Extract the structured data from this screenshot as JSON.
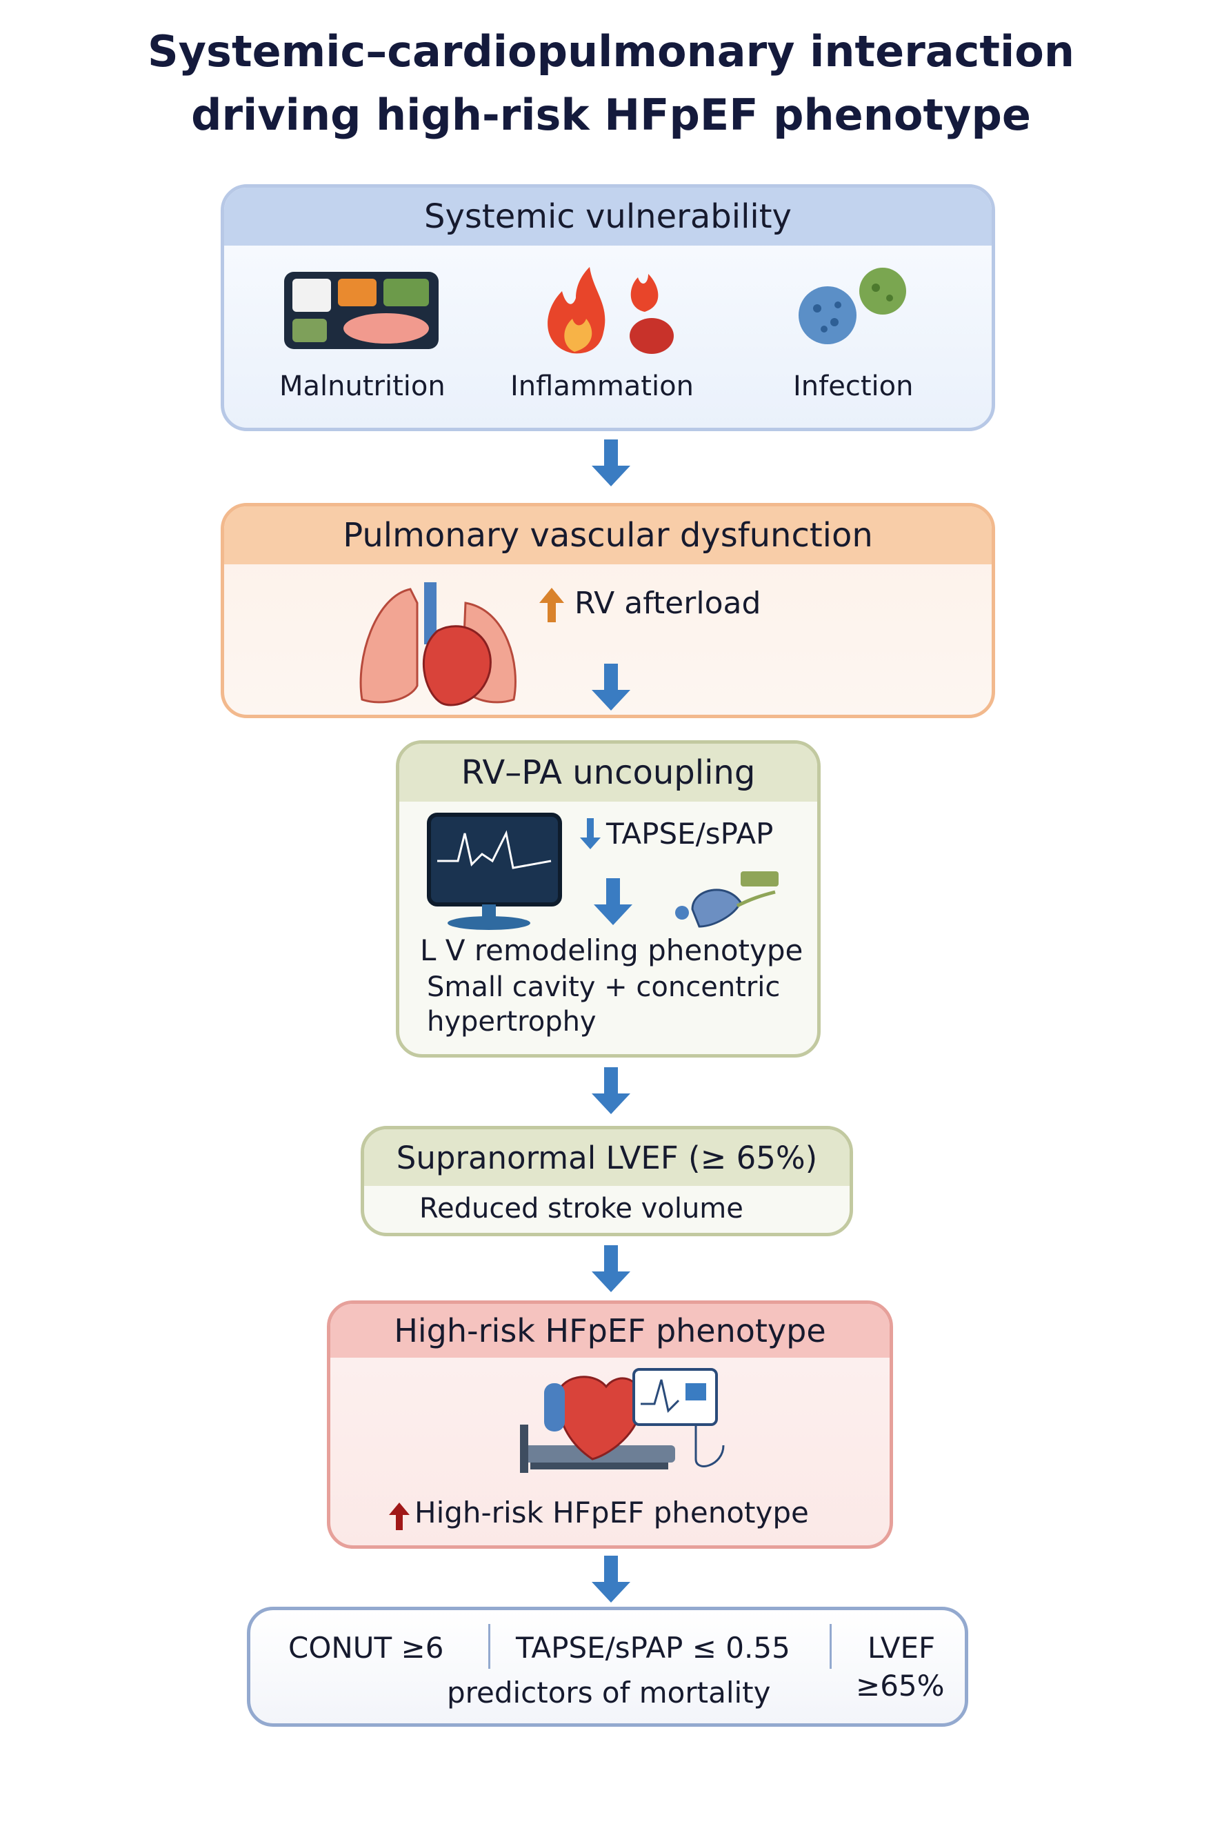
{
  "title": {
    "line1": "Systemic–cardiopulmonary interaction",
    "line2": "driving high-risk HFpEF phenotype"
  },
  "systemic": {
    "header": "Systemic vulnerability",
    "items": [
      {
        "label": "Malnutrition",
        "icon": "food-tray-icon"
      },
      {
        "label": "Inflammation",
        "icon": "flame-icon"
      },
      {
        "label": "Infection",
        "icon": "virus-icon"
      }
    ]
  },
  "pulmonary": {
    "header": "Pulmonary vascular dysfunction",
    "text": "RV afterload",
    "icon": "lungs-heart-icon"
  },
  "uncoupling": {
    "header": "RV–PA uncoupling",
    "marker": "TAPSE/sPAP",
    "phenotype": "L V remodeling phenotype",
    "detail1": "Small cavity + concentric",
    "detail2": "hypertrophy"
  },
  "lvef": {
    "header": "Supranormal LVEF (≥ 65%)",
    "text": "Reduced stroke volume"
  },
  "highrisk": {
    "header": "High-risk HFpEF phenotype",
    "text": "High-risk HFpEF phenotype",
    "icon": "patient-bed-monitor-icon"
  },
  "predictors": {
    "item1": "CONUT ≥6",
    "item2": "TAPSE/sPAP ≤ 0.55",
    "item3a": "LVEF",
    "item3b": "≥65%",
    "caption": "predictors of mortality"
  },
  "colors": {
    "arrow": "#3a7cc2",
    "up_orange": "#d9822b",
    "up_red": "#a01818",
    "systemic": "#b9cbe8",
    "pulmonary": "#f6c39a",
    "uncoupling": "#dfe3c6",
    "highrisk": "#f3b9b4",
    "predictors": "#93a9cf"
  }
}
